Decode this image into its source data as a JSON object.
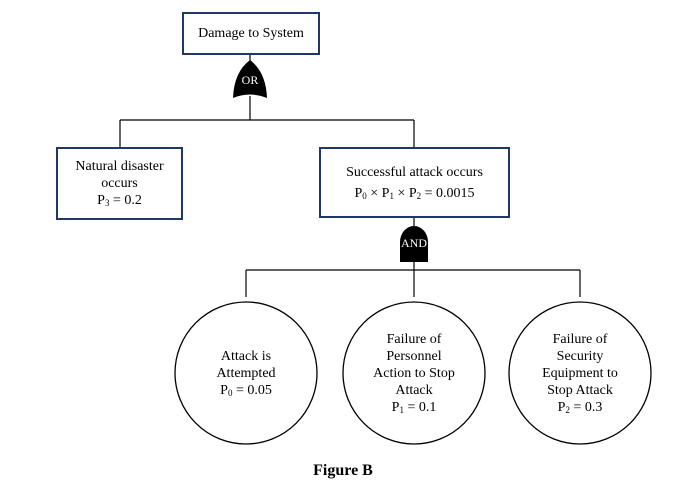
{
  "top_event": {
    "label": "Damage to System"
  },
  "or_gate": {
    "label": "OR"
  },
  "natural_disaster": {
    "line1": "Natural disaster",
    "line2": "occurs",
    "prob_symbol": "P",
    "prob_sub": "3",
    "prob_value": "= 0.2"
  },
  "successful_attack": {
    "line1": "Successful attack occurs",
    "formula": {
      "p0": "P",
      "s0": "0",
      "x1": "×",
      "p1": "P",
      "s1": "1",
      "x2": "×",
      "p2": "P",
      "s2": "2",
      "result": "= 0.0015"
    }
  },
  "and_gate": {
    "label": "AND"
  },
  "basic_events": [
    {
      "lines": [
        "Attack is",
        "Attempted"
      ],
      "prob_symbol": "P",
      "prob_sub": "0",
      "prob_value": "= 0.05"
    },
    {
      "lines": [
        "Failure of",
        "Personnel",
        "Action to Stop",
        "Attack"
      ],
      "prob_symbol": "P",
      "prob_sub": "1",
      "prob_value": "= 0.1"
    },
    {
      "lines": [
        "Failure of",
        "Security",
        "Equipment to",
        "Stop Attack"
      ],
      "prob_symbol": "P",
      "prob_sub": "2",
      "prob_value": "= 0.3"
    }
  ],
  "caption": "Figure B",
  "colors": {
    "box_border": "#1f3864",
    "gate_fill": "#000000",
    "line": "#000000"
  }
}
